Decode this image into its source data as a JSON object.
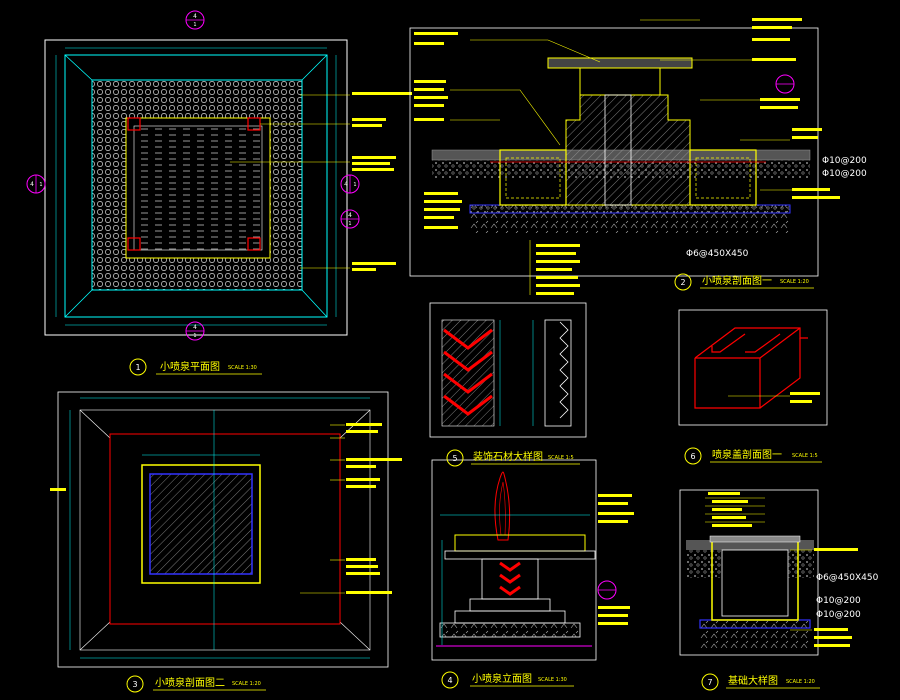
{
  "colors": {
    "background": "#000000",
    "frame": "#ffffff",
    "cyan": "#00ffff",
    "yellow": "#ffff00",
    "red": "#ff0000",
    "blue": "#3333ff",
    "magenta": "#ff00ff",
    "gray": "#9a9a9a"
  },
  "sheet": {
    "drawings": [
      {
        "id": "1",
        "title": "小喷泉平面图",
        "scale": "SCALE 1:30"
      },
      {
        "id": "2",
        "title": "小喷泉剖面图一",
        "scale": "SCALE 1:20"
      },
      {
        "id": "3",
        "title": "小喷泉剖面图二",
        "scale": "SCALE 1:20"
      },
      {
        "id": "4",
        "title": "小喷泉立面图",
        "scale": "SCALE 1:30"
      },
      {
        "id": "5",
        "title": "装饰石材大样图",
        "scale": "SCALE 1:5"
      },
      {
        "id": "6",
        "title": "喷泉盖剖面图一",
        "scale": "SCALE 1:5"
      },
      {
        "id": "7",
        "title": "基础大样图",
        "scale": "SCALE 1:20"
      }
    ],
    "section_marks": {
      "plan_top": {
        "num": "4",
        "ref": "1"
      },
      "plan_left": {
        "num": "4",
        "ref": "1"
      },
      "plan_right_a": {
        "num": "4",
        "ref": "1"
      },
      "plan_right_b": {
        "num": "4",
        "ref": "1"
      },
      "plan_bottom": {
        "num": "4",
        "ref": "1"
      }
    },
    "dims": {
      "rebar_1": "Φ10@200",
      "rebar_2": "Φ10@200",
      "column": "Φ6@450X450",
      "rebar_3": "Φ6@450X450",
      "rebar_4": "Φ10@200",
      "rebar_5": "Φ10@200"
    }
  }
}
